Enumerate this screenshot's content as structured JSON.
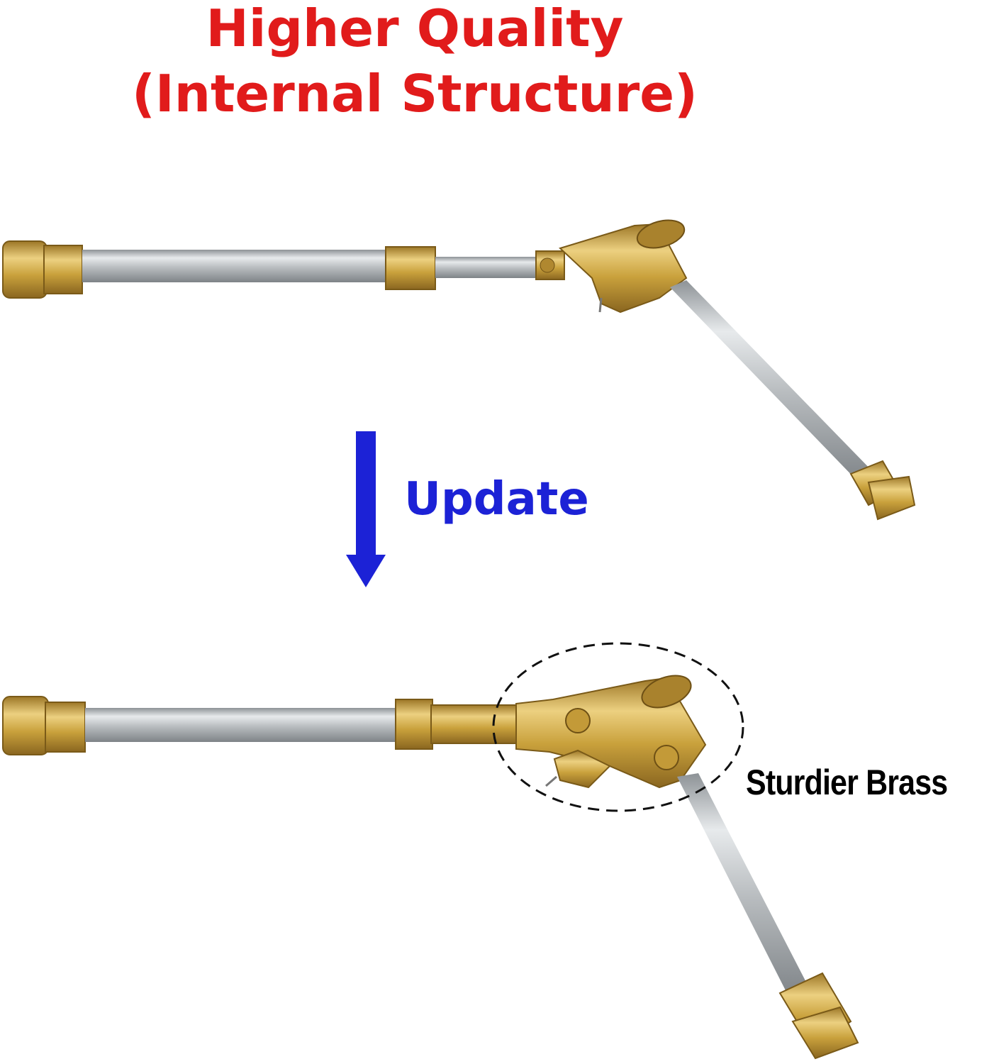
{
  "title": {
    "line1": "Higher Quality",
    "line2": "(Internal Structure)",
    "color": "#e11b1b"
  },
  "update": {
    "label": "Update",
    "color": "#1c22d6",
    "arrow_icon": "arrow-down-icon"
  },
  "callout": {
    "label": "Sturdier Brass"
  },
  "colors": {
    "brass": "#c9a13c",
    "steel": "#b8bcbf"
  }
}
